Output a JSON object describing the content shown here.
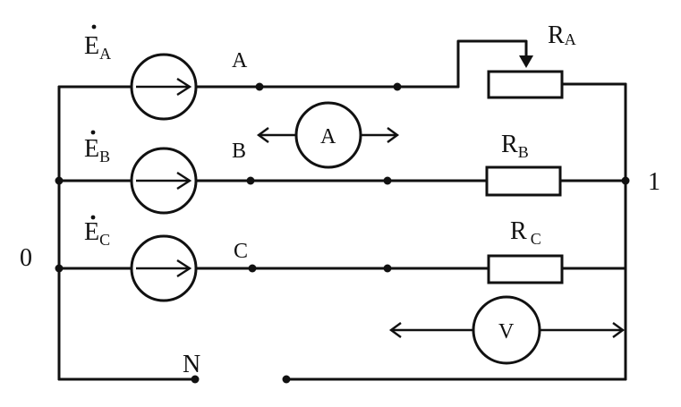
{
  "nodes": {
    "left": "0",
    "right": "1",
    "neutral": "N"
  },
  "phases": {
    "A": {
      "emf_base": "E",
      "emf_sub": "A",
      "node": "A",
      "res_base": "R",
      "res_sub": "A"
    },
    "B": {
      "emf_base": "E",
      "emf_sub": "B",
      "node": "B",
      "res_base": "R",
      "res_sub": "B"
    },
    "C": {
      "emf_base": "E",
      "emf_sub": "C",
      "node": "C",
      "res_base": "R",
      "res_sub": "C"
    }
  },
  "meters": {
    "ammeter": "A",
    "voltmeter": "V"
  }
}
